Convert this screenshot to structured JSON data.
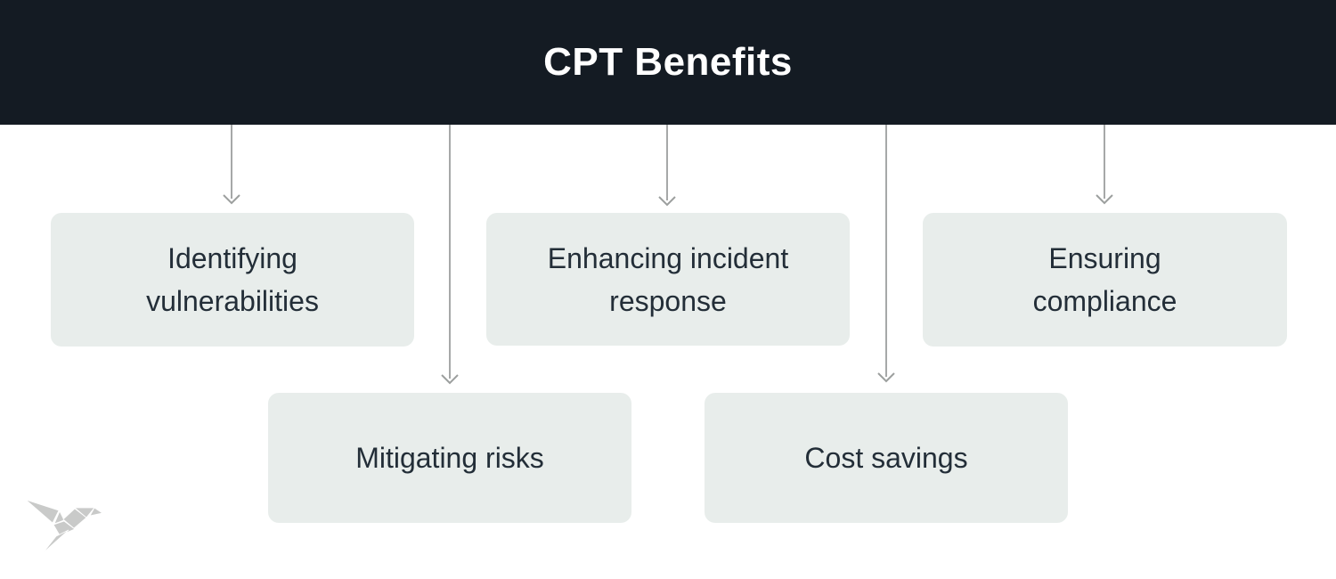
{
  "header": {
    "title": "CPT Benefits"
  },
  "benefits": [
    {
      "label": "Identifying\nvulnerabilities"
    },
    {
      "label": "Enhancing incident\nresponse"
    },
    {
      "label": "Ensuring\ncompliance"
    },
    {
      "label": "Mitigating risks"
    },
    {
      "label": "Cost savings"
    }
  ],
  "logo": {
    "name": "origami-bird"
  },
  "colors": {
    "header_bg": "#141B23",
    "title_text": "#FFFFFF",
    "box_bg": "#E8EDEB",
    "box_text": "#232E38",
    "arrow": "#9C9F9E",
    "logo_gray": "#C9CAC9",
    "canvas_bg": "#FFFFFF"
  }
}
